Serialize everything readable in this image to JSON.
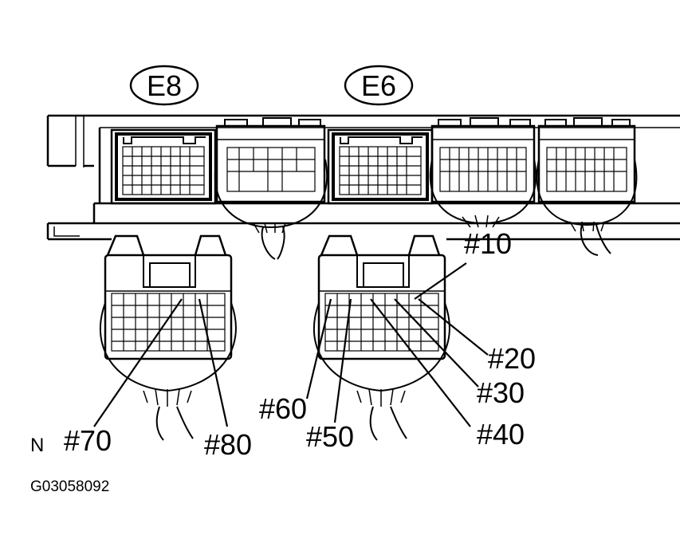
{
  "connectors": {
    "e8": "E8",
    "e6": "E6"
  },
  "pins": {
    "p10": "#10",
    "p20": "#20",
    "p30": "#30",
    "p40": "#40",
    "p50": "#50",
    "p60": "#60",
    "p70": "#70",
    "p80": "#80"
  },
  "north": "N",
  "figure_id": "G03058092"
}
